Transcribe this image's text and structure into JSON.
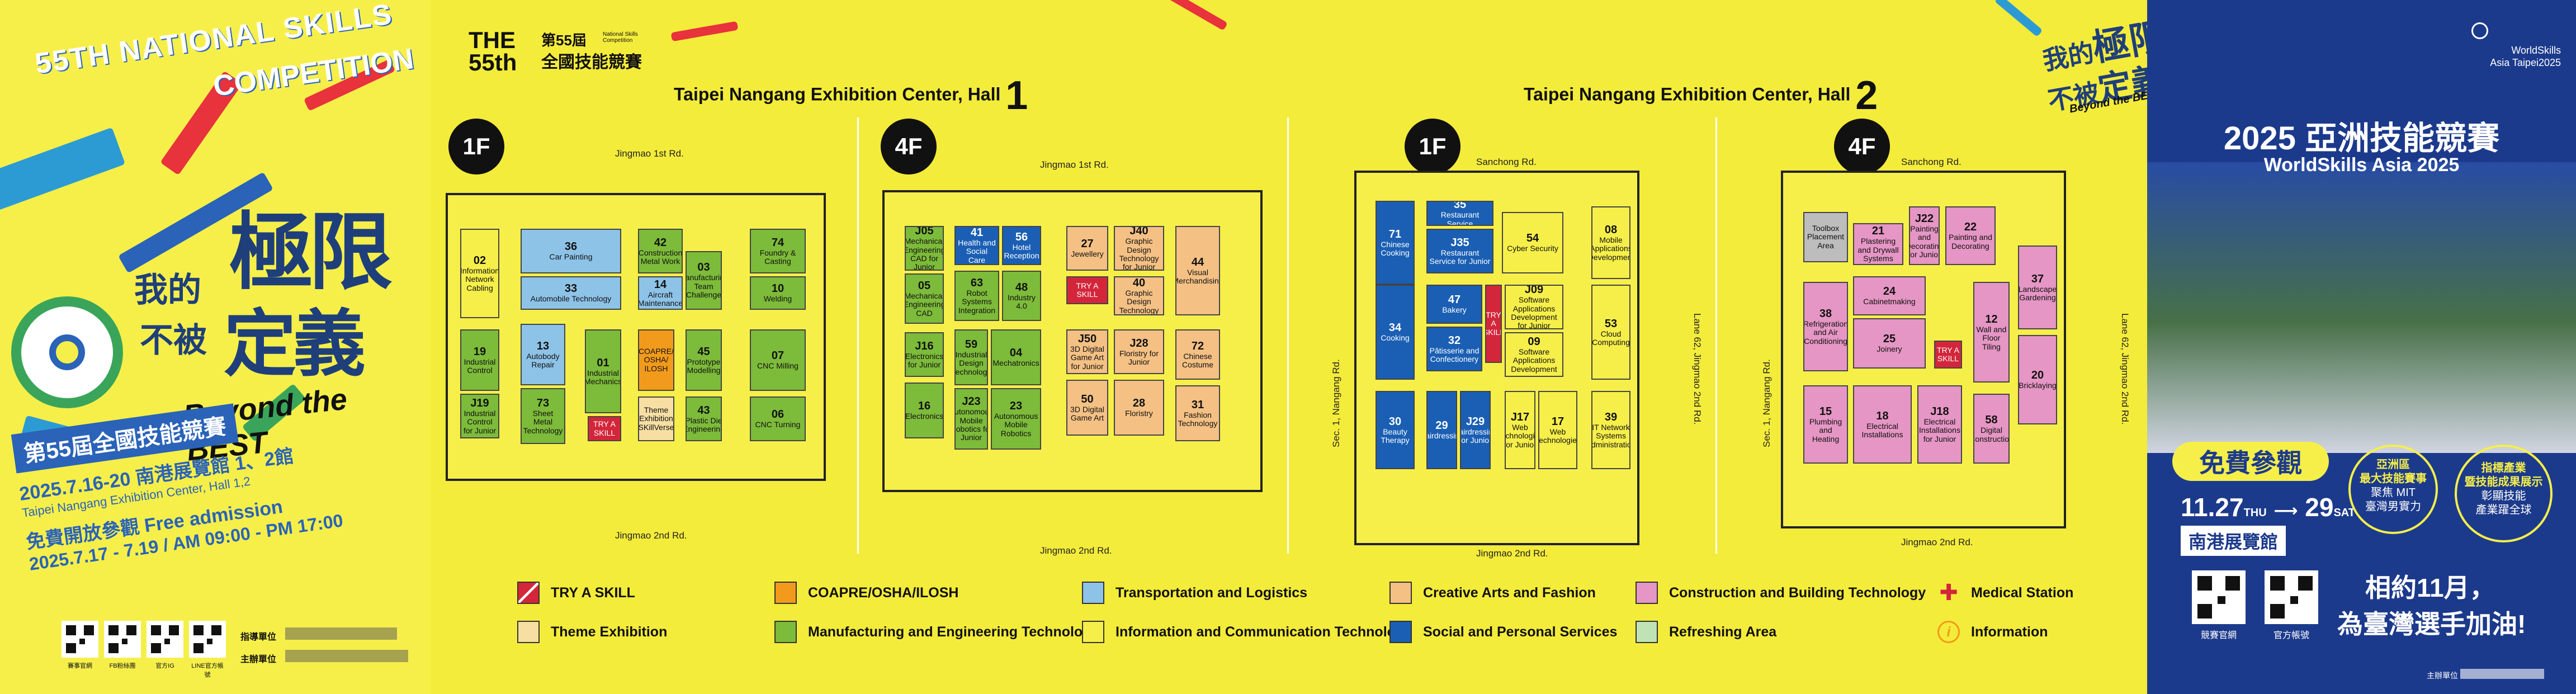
{
  "left": {
    "comp_title_1": "55TH NATIONAL SKILLS",
    "comp_title_2": "COMPETITION",
    "slogan_cn_1": "我的",
    "slogan_cn_2": "極限",
    "slogan_cn_3": "不被",
    "slogan_cn_4": "定義",
    "slogan_en": "Beyond the BEST",
    "event_cn": "第55屆全國技能競賽",
    "date_cn": "2025.7.16-20 南港展覽館 1、2館",
    "venue_en": "Taipei Nangang Exhibition Center, Hall 1,2",
    "free_cn": "免費開放參觀 Free admission",
    "free_time": "2025.7.17 - 7.19 / AM 09:00 - PM 17:00",
    "qr_labels": [
      "賽事官網",
      "FB粉絲團",
      "官方IG",
      "LINE官方帳號"
    ],
    "guide_label": "指導單位",
    "host_label": "主辦單位"
  },
  "header_logo": {
    "line1": "THE",
    "line2": "55th",
    "cn_top": "第55屆",
    "cn_main": "全國技能競賽",
    "small": "National Skills Competition"
  },
  "hall1": {
    "title": "Taipei Nangang Exhibition Center, Hall",
    "number": "1"
  },
  "hall2": {
    "title": "Taipei Nangang Exhibition Center, Hall",
    "number": "2"
  },
  "floors": {
    "f1": "1F",
    "f4": "4F"
  },
  "roads": {
    "jingmao1": "Jingmao 1st Rd.",
    "jingmao2": "Jingmao 2nd Rd.",
    "sanchong": "Sanchong Rd.",
    "nangang": "Sec. 1, Nangang Rd.",
    "lane": "Lane 62, Jingmao 2nd Rd."
  },
  "hall1_1f": [
    {
      "num": "02",
      "name": "Information Network Cabling",
      "c": "y"
    },
    {
      "num": "36",
      "name": "Car Painting",
      "c": "b"
    },
    {
      "num": "33",
      "name": "Automobile Technology",
      "c": "b"
    },
    {
      "num": "42",
      "name": "Construction Metal Work",
      "c": "g"
    },
    {
      "num": "14",
      "name": "Aircraft Maintenance",
      "c": "b"
    },
    {
      "num": "03",
      "name": "Manufacturing Team Challenge",
      "c": "g"
    },
    {
      "num": "74",
      "name": "Foundry & Casting",
      "c": "g"
    },
    {
      "num": "10",
      "name": "Welding",
      "c": "g"
    },
    {
      "num": "19",
      "name": "Industrial Control",
      "c": "g"
    },
    {
      "num": "J19",
      "name": "Industrial Control for Junior",
      "c": "g"
    },
    {
      "num": "13",
      "name": "Autobody Repair",
      "c": "b"
    },
    {
      "num": "01",
      "name": "Industrial Mechanics",
      "c": "g"
    },
    {
      "num": "",
      "name": "COAPRE/ OSHA/ ILOSH",
      "c": "orange"
    },
    {
      "num": "45",
      "name": "Prototype Modelling",
      "c": "g"
    },
    {
      "num": "07",
      "name": "CNC Milling",
      "c": "g"
    },
    {
      "num": "73",
      "name": "Sheet Metal Technology",
      "c": "g"
    },
    {
      "num": "",
      "name": "Theme Exhibition \"SKillVerse\"",
      "c": "cream"
    },
    {
      "num": "43",
      "name": "Plastic Die Engineering",
      "c": "g"
    },
    {
      "num": "06",
      "name": "CNC Turning",
      "c": "g"
    },
    {
      "num": "",
      "name": "TRY A SKILL",
      "c": "r"
    }
  ],
  "hall1_4f": [
    {
      "num": "J05",
      "name": "Mechanical Engineering CAD for Junior",
      "c": "g"
    },
    {
      "num": "41",
      "name": "Health and Social Care",
      "c": "n"
    },
    {
      "num": "56",
      "name": "Hotel Reception",
      "c": "n"
    },
    {
      "num": "27",
      "name": "Jewellery",
      "c": "o"
    },
    {
      "num": "J40",
      "name": "Graphic Design Technology for Junior",
      "c": "o"
    },
    {
      "num": "05",
      "name": "Mechanical Engineering CAD",
      "c": "g"
    },
    {
      "num": "63",
      "name": "Robot Systems Integration",
      "c": "g"
    },
    {
      "num": "48",
      "name": "Industry 4.0",
      "c": "g"
    },
    {
      "num": "",
      "name": "TRY A SKILL",
      "c": "r"
    },
    {
      "num": "40",
      "name": "Graphic Design Technology",
      "c": "o"
    },
    {
      "num": "44",
      "name": "Visual Merchandising",
      "c": "o"
    },
    {
      "num": "J16",
      "name": "Electronics for Junior",
      "c": "g"
    },
    {
      "num": "59",
      "name": "Industrial Design Technology",
      "c": "g"
    },
    {
      "num": "04",
      "name": "Mechatronics",
      "c": "g"
    },
    {
      "num": "J50",
      "name": "3D Digital Game Art for Junior",
      "c": "o"
    },
    {
      "num": "J28",
      "name": "Floristry for Junior",
      "c": "o"
    },
    {
      "num": "72",
      "name": "Chinese Costume",
      "c": "o"
    },
    {
      "num": "16",
      "name": "Electronics",
      "c": "g"
    },
    {
      "num": "J23",
      "name": "Autonomous Mobile Robotics for Junior",
      "c": "g"
    },
    {
      "num": "23",
      "name": "Autonomous Mobile Robotics",
      "c": "g"
    },
    {
      "num": "50",
      "name": "3D Digital Game Art",
      "c": "o"
    },
    {
      "num": "28",
      "name": "Floristry",
      "c": "o"
    },
    {
      "num": "31",
      "name": "Fashion Technology",
      "c": "o"
    }
  ],
  "hall2_1f": [
    {
      "num": "71",
      "name": "Chinese Cooking",
      "c": "n"
    },
    {
      "num": "35",
      "name": "Restaurant Service",
      "c": "n"
    },
    {
      "num": "J35",
      "name": "Restaurant Service for Junior",
      "c": "n"
    },
    {
      "num": "54",
      "name": "Cyber Security",
      "c": "y"
    },
    {
      "num": "08",
      "name": "Mobile Applications Development",
      "c": "y"
    },
    {
      "num": "47",
      "name": "Bakery",
      "c": "n"
    },
    {
      "num": "",
      "name": "TRY A SKILL",
      "c": "r"
    },
    {
      "num": "J09",
      "name": "Software Applications Development for Junior",
      "c": "y"
    },
    {
      "num": "34",
      "name": "Cooking",
      "c": "n"
    },
    {
      "num": "32",
      "name": "Pâtisserie and Confectionery",
      "c": "n"
    },
    {
      "num": "09",
      "name": "Software Applications Development",
      "c": "y"
    },
    {
      "num": "53",
      "name": "Cloud Computing",
      "c": "y"
    },
    {
      "num": "30",
      "name": "Beauty Therapy",
      "c": "n"
    },
    {
      "num": "29",
      "name": "Hairdressing",
      "c": "n"
    },
    {
      "num": "J29",
      "name": "Hairdressing for Junior",
      "c": "n"
    },
    {
      "num": "J17",
      "name": "Web Technologies for Junior",
      "c": "y"
    },
    {
      "num": "17",
      "name": "Web Technologies",
      "c": "y"
    },
    {
      "num": "39",
      "name": "IT Network Systems Administration",
      "c": "y"
    }
  ],
  "hall2_4f": [
    {
      "num": "",
      "name": "Toolbox Placement Area",
      "c": "gray"
    },
    {
      "num": "21",
      "name": "Plastering and Drywall Systems",
      "c": "p"
    },
    {
      "num": "J22",
      "name": "Painting and Decorating for Junior",
      "c": "p"
    },
    {
      "num": "22",
      "name": "Painting and Decorating",
      "c": "p"
    },
    {
      "num": "37",
      "name": "Landscape Gardening",
      "c": "p"
    },
    {
      "num": "38",
      "name": "Refrigeration and Air Conditioning",
      "c": "p"
    },
    {
      "num": "24",
      "name": "Cabinetmaking",
      "c": "p"
    },
    {
      "num": "12",
      "name": "Wall and Floor Tiling",
      "c": "p"
    },
    {
      "num": "25",
      "name": "Joinery",
      "c": "p"
    },
    {
      "num": "",
      "name": "TRY A SKILL",
      "c": "r"
    },
    {
      "num": "20",
      "name": "Bricklaying",
      "c": "p"
    },
    {
      "num": "15",
      "name": "Plumbing and Heating",
      "c": "p"
    },
    {
      "num": "18",
      "name": "Electrical Installations",
      "c": "p"
    },
    {
      "num": "J18",
      "name": "Electrical Installations for Junior",
      "c": "p"
    },
    {
      "num": "58",
      "name": "Digital Construction",
      "c": "p"
    }
  ],
  "legend": [
    {
      "label": "TRY A SKILL",
      "color": "#d3263b"
    },
    {
      "label": "COAPRE/OSHA/ILOSH",
      "color": "#f29a1b"
    },
    {
      "label": "Transportation and Logistics",
      "color": "#8ec3e8"
    },
    {
      "label": "Creative Arts and Fashion",
      "color": "#f4c084"
    },
    {
      "label": "Construction and Building Technology",
      "color": "#e596c4"
    },
    {
      "label": "Medical Station",
      "color": "#d3263b"
    },
    {
      "label": "Theme Exhibition",
      "color": "#f7dfa3"
    },
    {
      "label": "Manufacturing and Engineering Technology",
      "color": "#7dbb3a"
    },
    {
      "label": "Information and Communication Technology",
      "color": "#f6ef4a"
    },
    {
      "label": "Social and Personal Services",
      "color": "#1a5fb4"
    },
    {
      "label": "Refreshing Area",
      "color": "#bfe3b4"
    },
    {
      "label": "Information",
      "color": "#f29a1b"
    }
  ],
  "right": {
    "ws_logo_1": "WorldSkills",
    "ws_logo_2": "Asia Taipei2025",
    "title_cn": "2025 亞洲技能競賽",
    "title_en": "WorldSkills Asia 2025",
    "free_badge": "免費參觀",
    "date_start": "11.27",
    "date_start_day": "THU",
    "date_end": "29",
    "date_end_day": "SAT",
    "venue": "南港展覽館",
    "circle1_1": "亞洲區",
    "circle1_2": "最大技能賽事",
    "circle1_3": "聚焦 MIT",
    "circle1_4": "臺灣男實力",
    "circle2_1": "指標產業",
    "circle2_2": "暨技能成果展示",
    "circle2_3": "彰顯技能",
    "circle2_4": "產業躍全球",
    "qr1": "競賽官網",
    "qr2": "官方帳號",
    "slogan1": "相約11月，",
    "slogan2": "為臺灣選手加油!",
    "host": "主辦單位"
  }
}
